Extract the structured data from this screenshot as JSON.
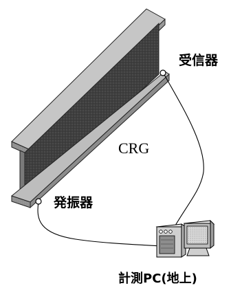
{
  "labels": {
    "receiver": "受信器",
    "transmitter": "発振器",
    "beam": "CRG",
    "pc": "計測PC(地上)"
  },
  "colors": {
    "beam_web": "#3d3d3d",
    "beam_flange_face": "#8a8a8a",
    "beam_flange_top": "#c4c4c4",
    "beam_edge": "#222222",
    "cable": "#000000",
    "pc_body": "#cfcfcf"
  },
  "icons": [
    "sensor-dot-icon",
    "computer-icon"
  ]
}
